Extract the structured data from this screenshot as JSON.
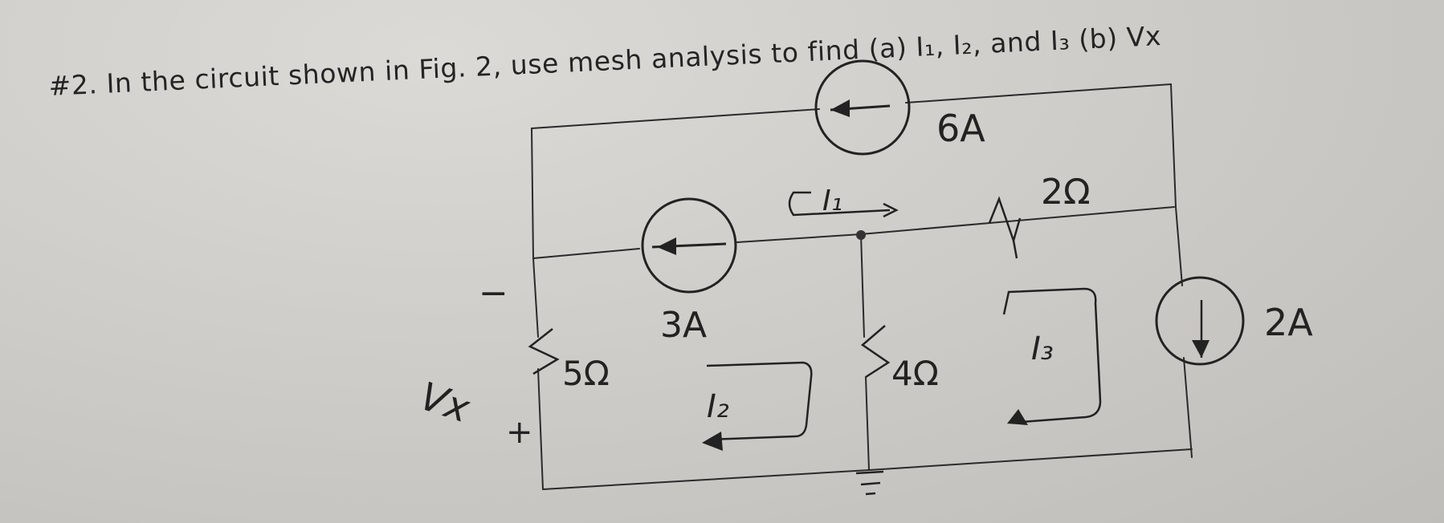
{
  "problem": {
    "text": "#2. In the circuit shown in Fig. 2, use mesh analysis to find (a) I₁, I₂, and I₃ (b) Vx"
  },
  "circuit": {
    "sources": {
      "top": "6A",
      "middle": "3A",
      "right": "2A"
    },
    "resistors": {
      "r5": "5Ω",
      "r4": "4Ω",
      "r2": "2Ω"
    },
    "meshes": {
      "m1": "I₁",
      "m2": "I₂",
      "m3": "I₃"
    },
    "voltage": {
      "label": "Vx",
      "minus": "−",
      "plus": "+"
    }
  },
  "colors": {
    "paper": "#cfcdc9",
    "ink": "#222222",
    "print": "#242425"
  }
}
